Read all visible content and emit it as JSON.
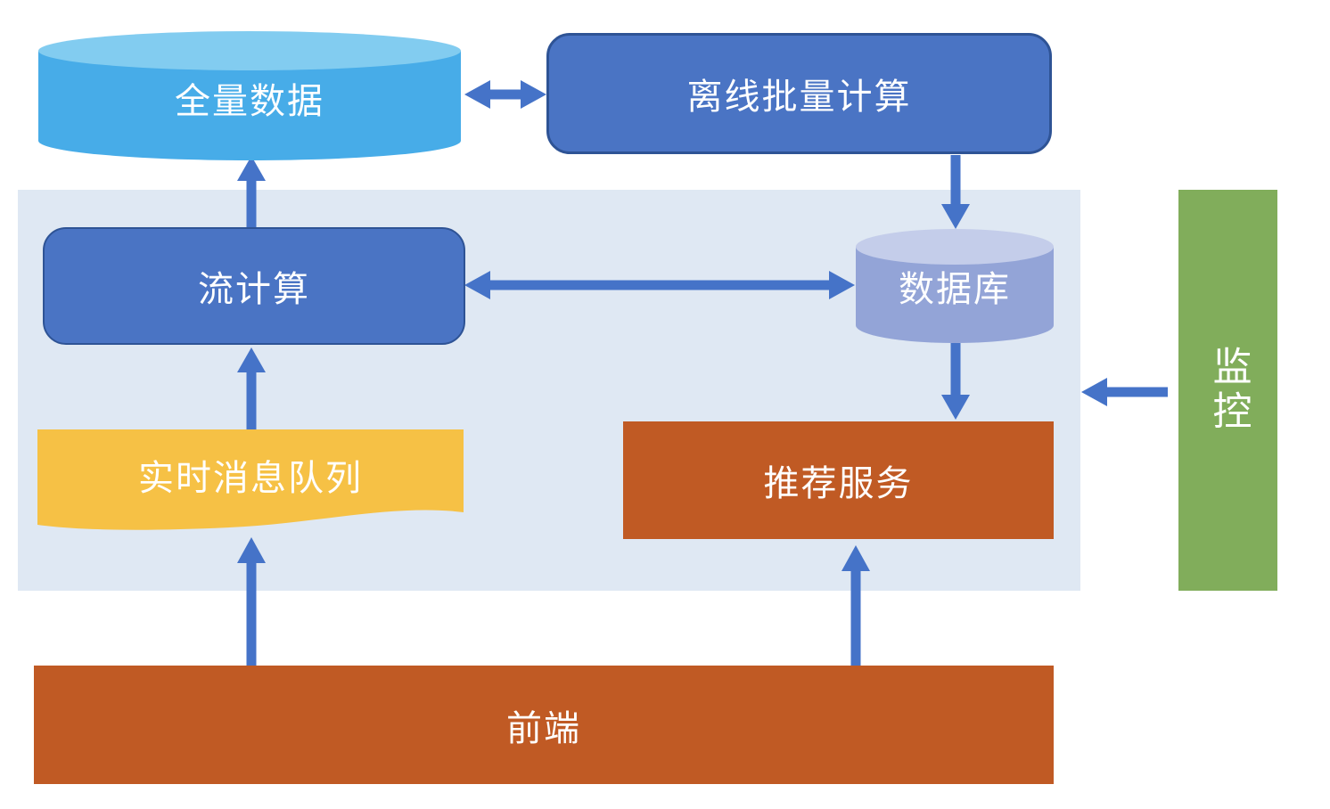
{
  "diagram": {
    "type": "architecture-flow",
    "nodes": {
      "full_data": {
        "label": "全量数据",
        "shape": "cylinder",
        "color": "#47ACE8"
      },
      "offline_batch": {
        "label": "离线批量计算",
        "shape": "rounded-rect",
        "color": "#4A74C4"
      },
      "stream_compute": {
        "label": "流计算",
        "shape": "rounded-rect",
        "color": "#4A74C4"
      },
      "database": {
        "label": "数据库",
        "shape": "cylinder",
        "color": "#93A4D7"
      },
      "realtime_queue": {
        "label": "实时消息队列",
        "shape": "wave",
        "color": "#F6C145"
      },
      "recommend_service": {
        "label": "推荐服务",
        "shape": "rect",
        "color": "#C05A24"
      },
      "frontend": {
        "label": "前端",
        "shape": "rect",
        "color": "#C05A24"
      },
      "monitoring": {
        "label": "监控",
        "shape": "rect",
        "color": "#81AD5B",
        "text_orientation": "vertical"
      }
    },
    "edges": [
      {
        "from": "full_data",
        "to": "offline_batch",
        "direction": "both"
      },
      {
        "from": "offline_batch",
        "to": "database",
        "direction": "one"
      },
      {
        "from": "stream_compute",
        "to": "full_data",
        "direction": "one"
      },
      {
        "from": "stream_compute",
        "to": "database",
        "direction": "both"
      },
      {
        "from": "realtime_queue",
        "to": "stream_compute",
        "direction": "one"
      },
      {
        "from": "database",
        "to": "recommend_service",
        "direction": "one"
      },
      {
        "from": "frontend",
        "to": "realtime_queue",
        "direction": "one"
      },
      {
        "from": "frontend",
        "to": "recommend_service",
        "direction": "one"
      },
      {
        "from": "monitoring",
        "to": "realtime_zone",
        "direction": "one"
      }
    ],
    "colors": {
      "background": "#FFFFFF",
      "panel": "#DFE8F3",
      "arrow": "#4573C8",
      "box_border": "#2E5395",
      "cylinder_sky_top": "#82CCF0",
      "cylinder_periwinkle_top": "#C4CDEA",
      "text": "#FFFFFF"
    }
  }
}
